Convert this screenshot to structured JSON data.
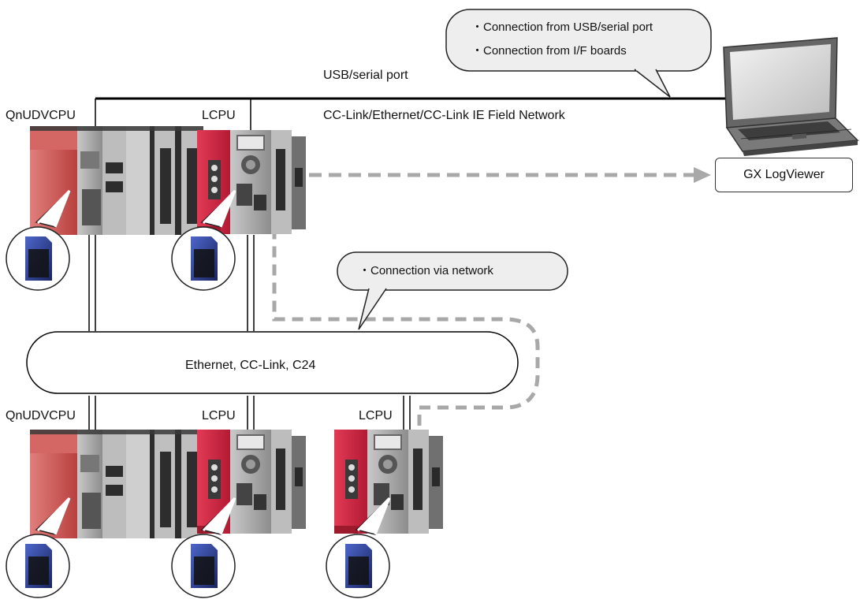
{
  "bubbles": {
    "top": {
      "line1": "・Connection from USB/serial port",
      "line2": "・Connection from I/F boards"
    },
    "network": {
      "line1": "・Connection via network"
    }
  },
  "labels": {
    "usb_serial_port": "USB/serial port",
    "cc_link_network": "CC-Link/Ethernet/CC-Link IE Field Network",
    "ethernet_cc_link_c24": "Ethernet, CC-Link, C24",
    "gx_logviewer": "GX LogViewer"
  },
  "top_cpus": [
    {
      "name": "QnUDVCPU"
    },
    {
      "name": "LCPU"
    }
  ],
  "bottom_cpus": [
    {
      "name": "QnUDVCPU"
    },
    {
      "name": "LCPU"
    },
    {
      "name": "LCPU"
    }
  ],
  "colors": {
    "q_cpu_red": "#c9514f",
    "l_cpu_red": "#c8203b",
    "module_gray": "#a9a9a9",
    "dark_module": "#333333",
    "dashed_arrow": "#a8a8a8",
    "bubble_fill": "#eeeeee",
    "sd_card_blue": "#2e3f8f"
  },
  "icons": [
    "laptop-icon",
    "sd-card-icon"
  ]
}
